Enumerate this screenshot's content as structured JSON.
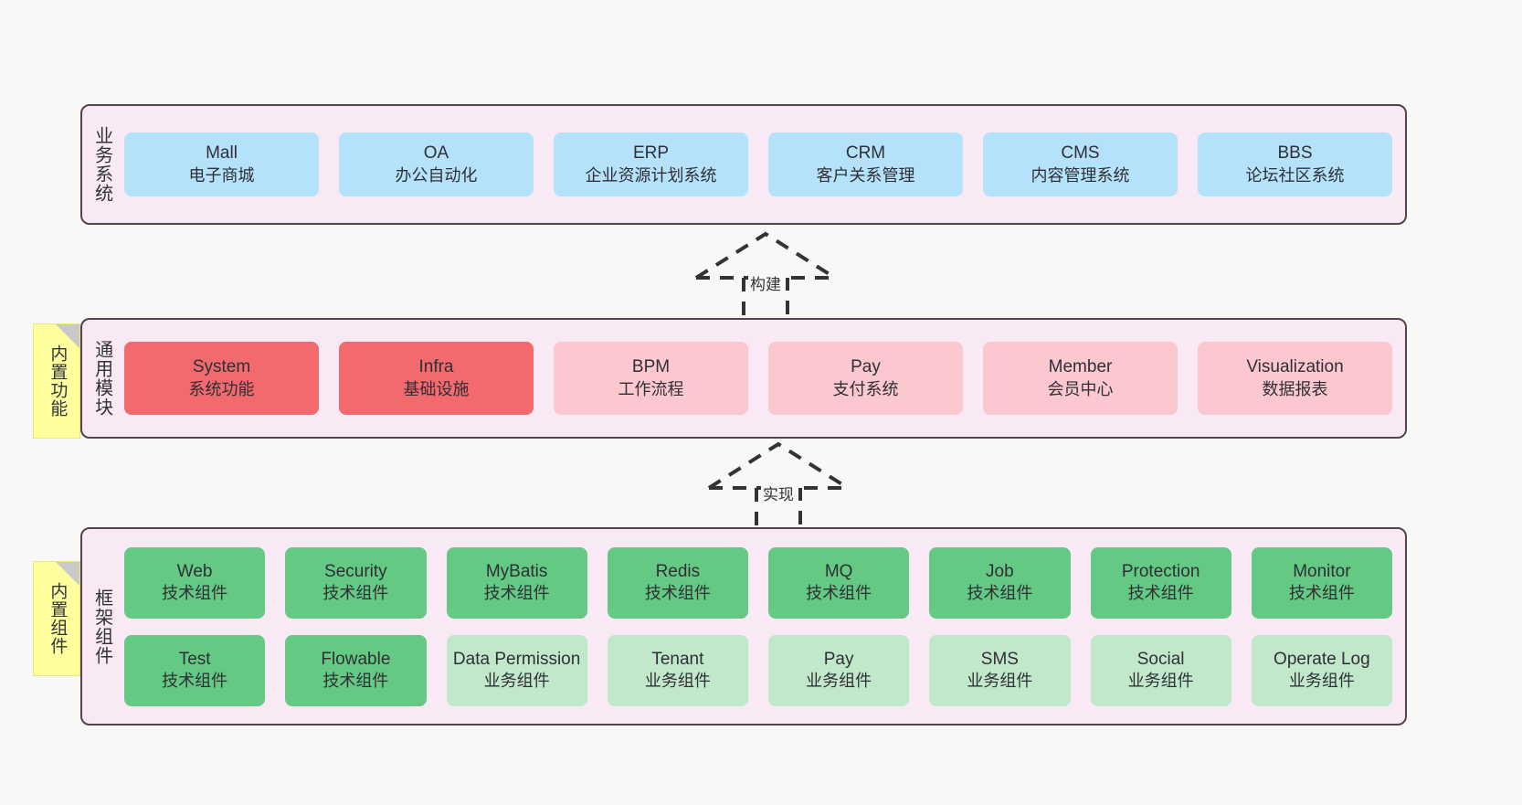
{
  "diagram": {
    "sections": [
      {
        "id": "business",
        "title": "业务系统",
        "rows": [
          [
            {
              "name": "Mall",
              "desc": "电子商城",
              "color": "c-blue"
            },
            {
              "name": "OA",
              "desc": "办公自动化",
              "color": "c-blue"
            },
            {
              "name": "ERP",
              "desc": "企业资源计划系统",
              "color": "c-blue"
            },
            {
              "name": "CRM",
              "desc": "客户关系管理",
              "color": "c-blue"
            },
            {
              "name": "CMS",
              "desc": "内容管理系统",
              "color": "c-blue"
            },
            {
              "name": "BBS",
              "desc": "论坛社区系统",
              "color": "c-blue"
            }
          ]
        ]
      },
      {
        "id": "modules",
        "title": "通用模块",
        "rows": [
          [
            {
              "name": "System",
              "desc": "系统功能",
              "color": "c-red"
            },
            {
              "name": "Infra",
              "desc": "基础设施",
              "color": "c-red"
            },
            {
              "name": "BPM",
              "desc": "工作流程",
              "color": "c-pink"
            },
            {
              "name": "Pay",
              "desc": "支付系统",
              "color": "c-pink"
            },
            {
              "name": "Member",
              "desc": "会员中心",
              "color": "c-pink"
            },
            {
              "name": "Visualization",
              "desc": "数据报表",
              "color": "c-pink"
            }
          ]
        ]
      },
      {
        "id": "framework",
        "title": "框架组件",
        "rows": [
          [
            {
              "name": "Web",
              "desc": "技术组件",
              "color": "c-green"
            },
            {
              "name": "Security",
              "desc": "技术组件",
              "color": "c-green"
            },
            {
              "name": "MyBatis",
              "desc": "技术组件",
              "color": "c-green"
            },
            {
              "name": "Redis",
              "desc": "技术组件",
              "color": "c-green"
            },
            {
              "name": "MQ",
              "desc": "技术组件",
              "color": "c-green"
            },
            {
              "name": "Job",
              "desc": "技术组件",
              "color": "c-green"
            },
            {
              "name": "Protection",
              "desc": "技术组件",
              "color": "c-green"
            },
            {
              "name": "Monitor",
              "desc": "技术组件",
              "color": "c-green"
            }
          ],
          [
            {
              "name": "Test",
              "desc": "技术组件",
              "color": "c-green"
            },
            {
              "name": "Flowable",
              "desc": "技术组件",
              "color": "c-green"
            },
            {
              "name": "Data Permission",
              "desc": "业务组件",
              "color": "c-lightgreen"
            },
            {
              "name": "Tenant",
              "desc": "业务组件",
              "color": "c-lightgreen"
            },
            {
              "name": "Pay",
              "desc": "业务组件",
              "color": "c-lightgreen"
            },
            {
              "name": "SMS",
              "desc": "业务组件",
              "color": "c-lightgreen"
            },
            {
              "name": "Social",
              "desc": "业务组件",
              "color": "c-lightgreen"
            },
            {
              "name": "Operate Log",
              "desc": "业务组件",
              "color": "c-lightgreen"
            }
          ]
        ]
      }
    ],
    "notes": [
      {
        "id": "features",
        "text": "内置功能"
      },
      {
        "id": "components",
        "text": "内置组件"
      }
    ],
    "connectors": [
      {
        "id": "build",
        "label": "构建",
        "style": "dashed-generalization",
        "direction": "up"
      },
      {
        "id": "implement",
        "label": "实现",
        "style": "dashed-generalization",
        "direction": "up"
      }
    ],
    "colors": {
      "background": "#f8f8f7",
      "panel_fill": "#f8e9f4",
      "panel_border": "#53444e",
      "business_card": "#b5e2fb",
      "module_core_card": "#f2696e",
      "module_card": "#fbc8cf",
      "tech_component_card": "#63c983",
      "biz_component_card": "#c0e8c9",
      "note_fill": "#ffff9e",
      "note_fold": "#c9c9c9"
    }
  }
}
